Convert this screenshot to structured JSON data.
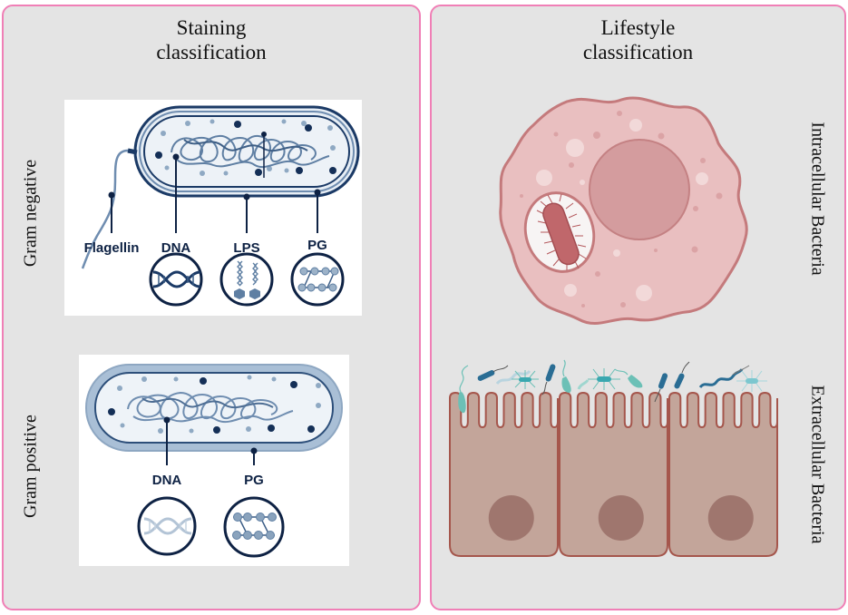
{
  "figure": {
    "left_panel": {
      "title_line1": "Staining",
      "title_line2": "classification",
      "rows": [
        {
          "label": "Gram negative",
          "components": [
            "Flagellin",
            "DNA",
            "LPS",
            "PG"
          ]
        },
        {
          "label": "Gram positive",
          "components": [
            "DNA",
            "PG"
          ]
        }
      ]
    },
    "right_panel": {
      "title_line1": "Lifestyle",
      "title_line2": "classification",
      "rows": [
        {
          "label": "Intracellular Bacteria"
        },
        {
          "label": "Extracellular Bacteria"
        }
      ]
    },
    "colors": {
      "panel_border": "#f07fb6",
      "panel_bg": "#e4e4e4",
      "bacteria_navy": "#1b3a66",
      "bacteria_light": "#a9bfd6",
      "host_cell_pink": "#e9bfc0",
      "epithelial_tan": "#c3a59a",
      "epithelial_nucleus": "#9f766e",
      "microbe_teal": "#6cc0b6",
      "microbe_blue": "#2a6d94"
    }
  }
}
